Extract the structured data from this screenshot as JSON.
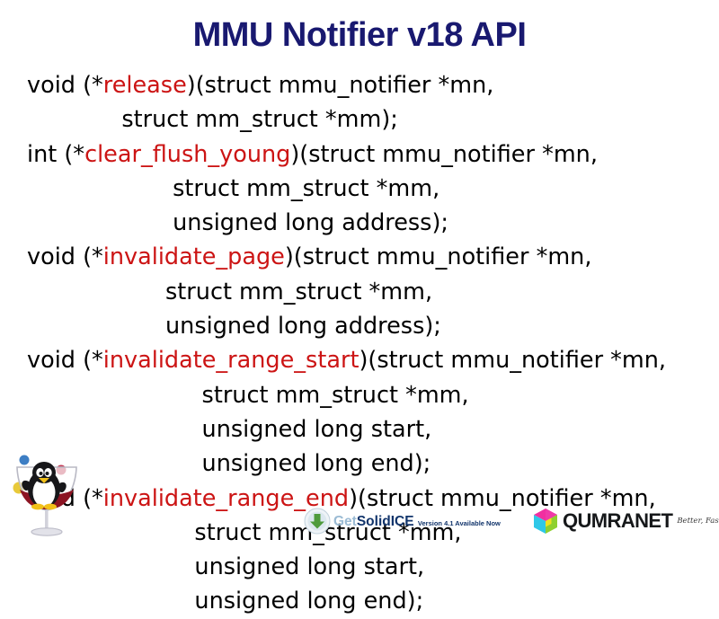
{
  "slide": {
    "title": "MMU Notifier v18 API",
    "title_color": "#191970",
    "background_color": "#ffffff",
    "body_text_color": "#000000",
    "function_name_color": "#cc1414"
  },
  "code": {
    "lines": [
      {
        "indent": 0,
        "pre": "void (*",
        "fn": "release",
        "post": ")(struct mmu_notifier *mn,"
      },
      {
        "indent": 13,
        "pre": "",
        "fn": "",
        "post": "struct mm_struct *mm);"
      },
      {
        "indent": 0,
        "pre": "int (*",
        "fn": "clear_flush_young",
        "post": ")(struct mmu_notifier *mn,"
      },
      {
        "indent": 20,
        "pre": "",
        "fn": "",
        "post": "struct mm_struct *mm,"
      },
      {
        "indent": 20,
        "pre": "",
        "fn": "",
        "post": "unsigned long address);"
      },
      {
        "indent": 0,
        "pre": "void (*",
        "fn": "invalidate_page",
        "post": ")(struct mmu_notifier *mn,"
      },
      {
        "indent": 19,
        "pre": "",
        "fn": "",
        "post": "struct mm_struct *mm,"
      },
      {
        "indent": 19,
        "pre": "",
        "fn": "",
        "post": "unsigned long address);"
      },
      {
        "indent": 0,
        "pre": "void (*",
        "fn": "invalidate_range_start",
        "post": ")(struct mmu_notifier *mn,"
      },
      {
        "indent": 24,
        "pre": "",
        "fn": "",
        "post": "struct mm_struct *mm,"
      },
      {
        "indent": 24,
        "pre": "",
        "fn": "",
        "post": "unsigned long start,"
      },
      {
        "indent": 24,
        "pre": "",
        "fn": "",
        "post": "unsigned long end);"
      },
      {
        "indent": 0,
        "pre": "void (*",
        "fn": "invalidate_range_end",
        "post": ")(struct mmu_notifier *mn,"
      },
      {
        "indent": 23,
        "pre": "",
        "fn": "",
        "post": "struct mm_struct *mm,"
      },
      {
        "indent": 23,
        "pre": "",
        "fn": "",
        "post": "unsigned long start,"
      },
      {
        "indent": 23,
        "pre": "",
        "fn": "",
        "post": "unsigned long end);"
      }
    ]
  },
  "decorations": {
    "wine_tux": {
      "icon": "wine-glass-tux-penguin-icon",
      "glass_fill_color": "#8c1423",
      "penguin_body_color": "#1a1a1a",
      "penguin_belly_color": "#ffffff",
      "penguin_beak_color": "#f2c11a",
      "ball_colors": [
        "#3d7ec4",
        "#c43d57",
        "#e8c93a"
      ]
    }
  },
  "solidice": {
    "icon": "download-arrow-icon",
    "get_label": "Get",
    "brand_label": "SolidICE",
    "subtitle": "Version 4.1 Available Now",
    "get_color": "#9bbbd4",
    "brand_color": "#11346b",
    "arrow_color": "#4e9b3c"
  },
  "qumranet": {
    "icon": "colored-cube-logo-icon",
    "name": "QUMRANET",
    "tagline": "Better, Faster, Open",
    "cube_colors": {
      "top": "#f02fa0",
      "left": "#2fc8e8",
      "right": "#8ed030",
      "accent": "#f0e020"
    }
  }
}
